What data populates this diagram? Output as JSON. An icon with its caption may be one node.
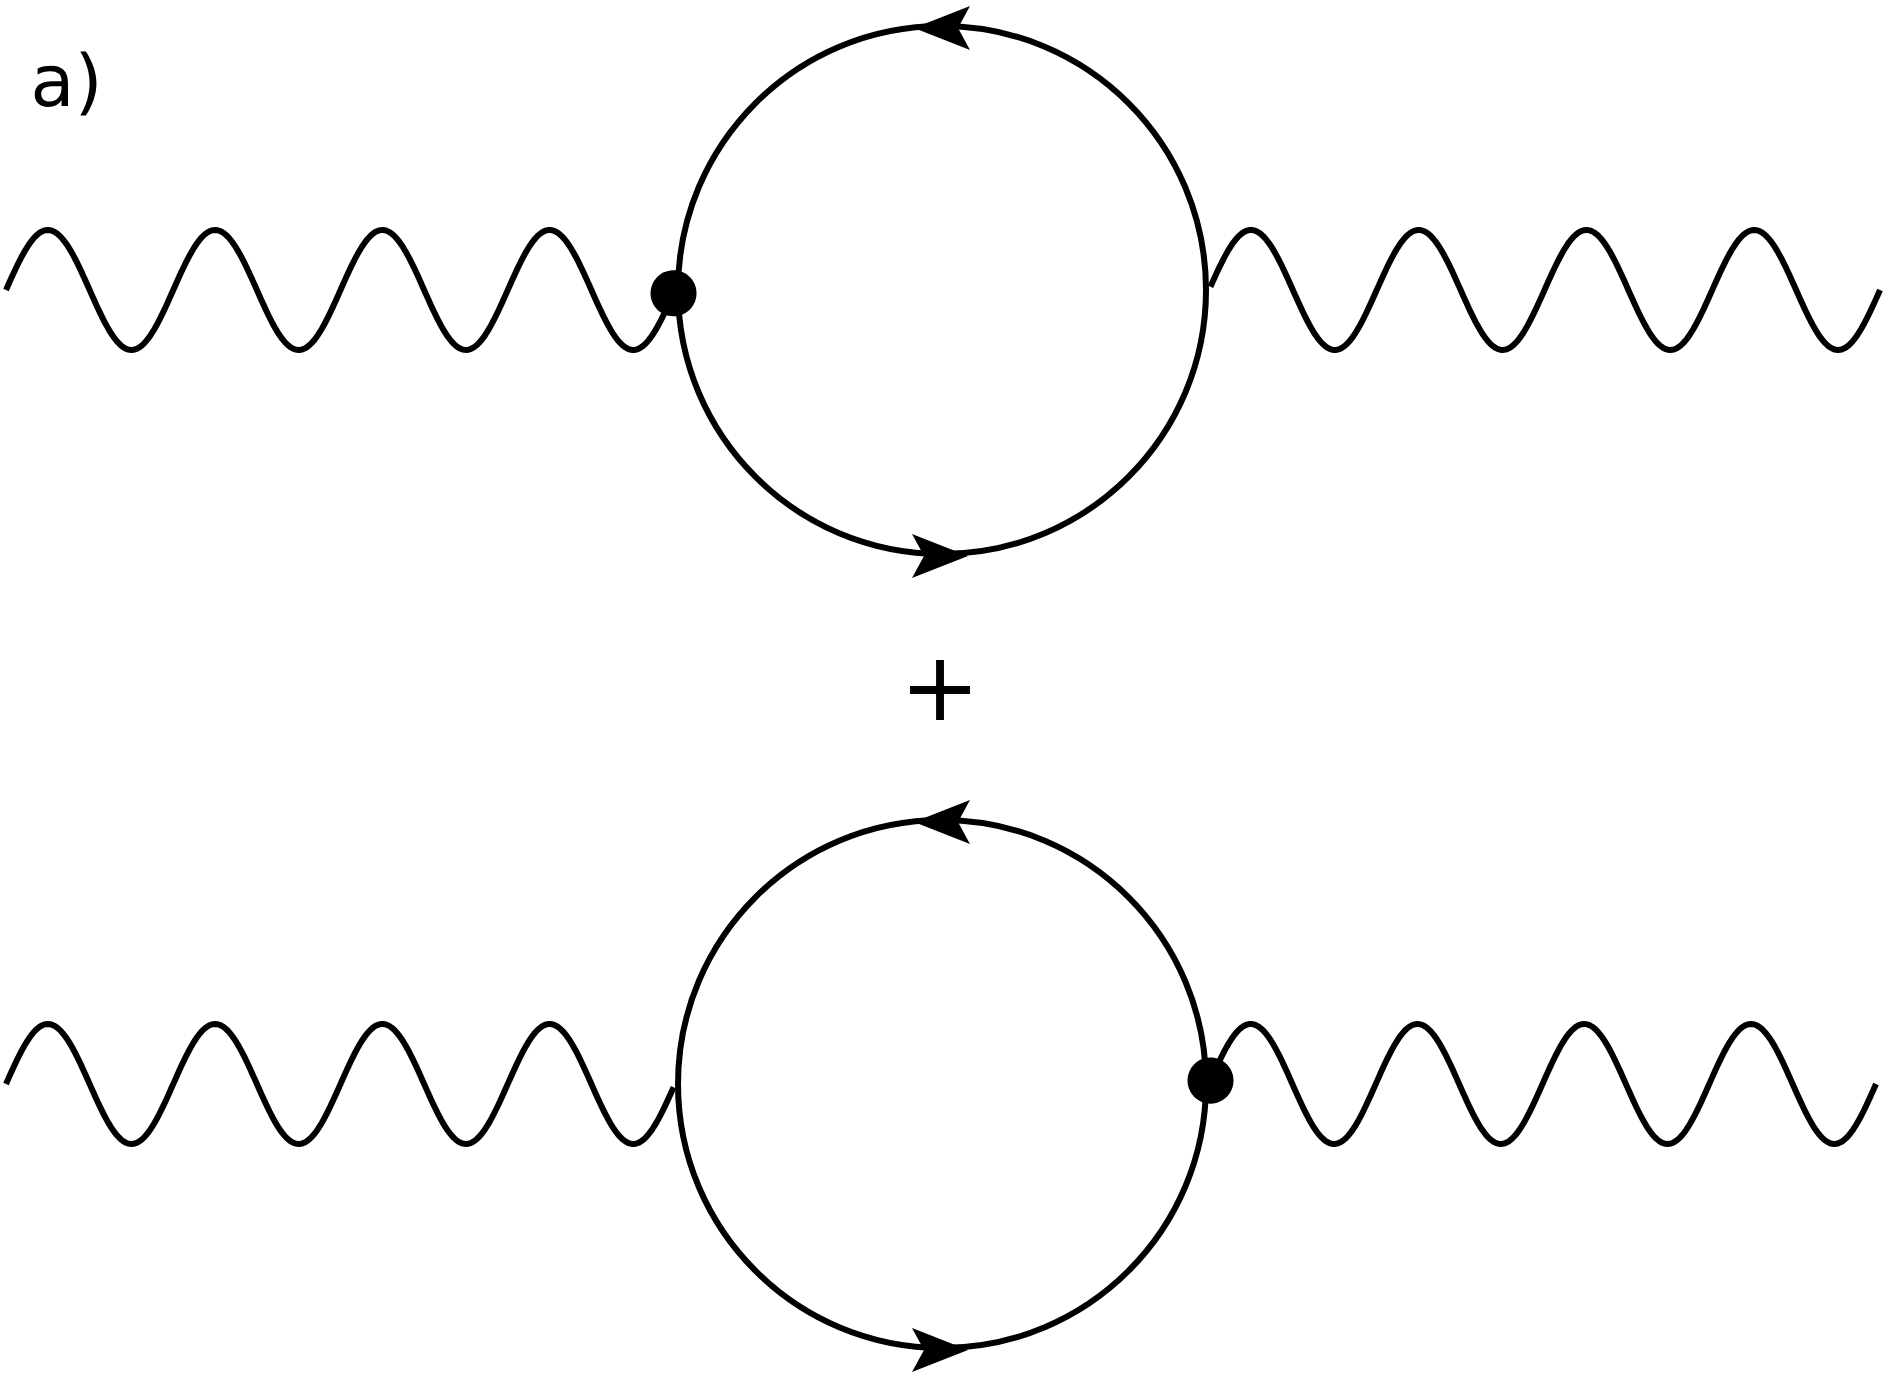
{
  "diagram": {
    "nodes": [
      {
        "text": [],
        "shape": "circle"
      },
      {
        "text": [],
        "shape": "circle"
      }
    ],
    "edges": [
      {
        "from": null,
        "to": 0,
        "arrow": "other"
      },
      {
        "from": null,
        "to": 0,
        "arrow": "none"
      },
      {
        "from": null,
        "to": 1,
        "arrow": "none"
      },
      {
        "from": null,
        "to": 1,
        "arrow": "other"
      }
    ],
    "labels": [
      "a)",
      "+"
    ]
  }
}
